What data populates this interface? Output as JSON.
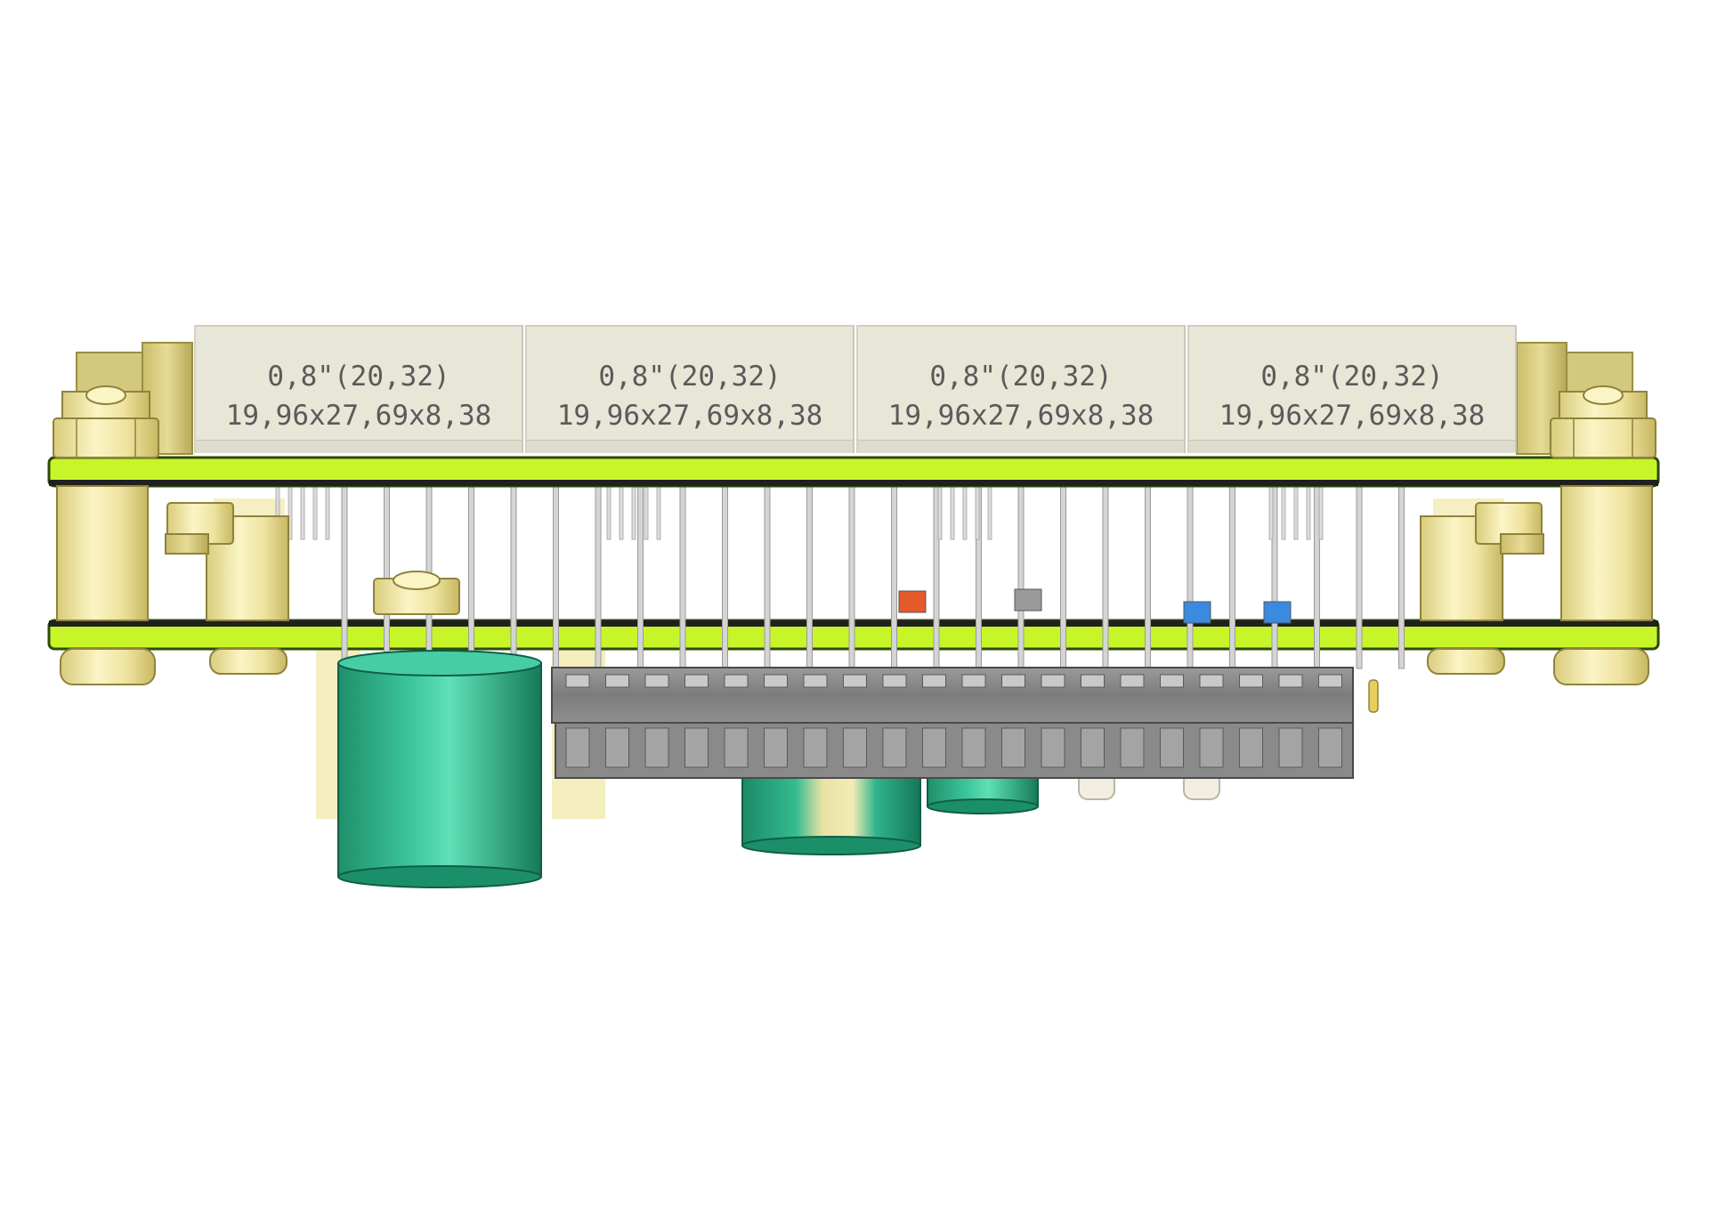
{
  "modules": [
    {
      "size": "0,8\"(20,32)",
      "dims": "19,96x27,69x8,38"
    },
    {
      "size": "0,8\"(20,32)",
      "dims": "19,96x27,69x8,38"
    },
    {
      "size": "0,8\"(20,32)",
      "dims": "19,96x27,69x8,38"
    },
    {
      "size": "0,8\"(20,32)",
      "dims": "19,96x27,69x8,38"
    }
  ],
  "colors": {
    "pcb": "#c8f52a",
    "pcb_edge": "#4a7a10",
    "brass": "#efe6a8",
    "capacitor": "#2fbf94",
    "header": "#8a8a8a",
    "pins": "#cfcfcf"
  }
}
